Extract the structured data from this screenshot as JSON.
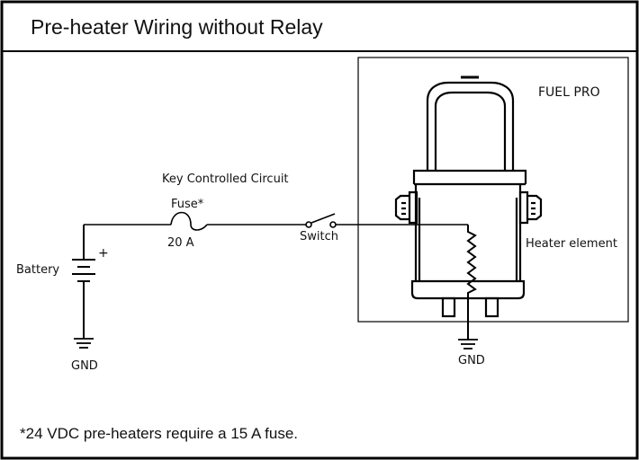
{
  "title": "Pre-heater Wiring without Relay",
  "labels": {
    "circuit": "Key  Controlled Circuit",
    "fuse": "Fuse*",
    "fuse_rating": "20 A",
    "switch": "Switch",
    "battery": "Battery",
    "battery_plus": "+",
    "gnd_left": "GND",
    "gnd_right": "GND",
    "fuel_pro": "FUEL PRO",
    "heater_element": "Heater element"
  },
  "footnote": "*24 VDC pre-heaters require a 15 A fuse."
}
